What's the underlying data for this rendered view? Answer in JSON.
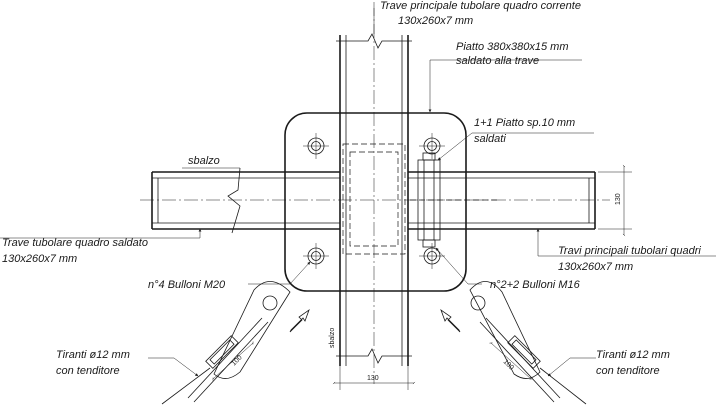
{
  "labels": {
    "main_beam_line1": "Trave principale tubolare quadro corrente",
    "main_beam_line2": "130x260x7 mm",
    "plate_line1": "Piatto 380x380x15 mm",
    "plate_line2": "saldato alla trave",
    "flats_line1": "1+1 Piatto sp.10 mm",
    "flats_line2": "saldati",
    "cantilever": "sbalzo",
    "cantilever_vertical": "sbalzo",
    "side_beam_line1": "Trave  tubolare quadro saldato",
    "side_beam_line2": "130x260x7 mm",
    "main_beams_line1": "Travi principali tubolari quadri",
    "main_beams_line2": "130x260x7 mm",
    "bolts_m20": "n°4  Bulloni M20",
    "bolts_m16": "n°2+2  Bulloni M16",
    "tie_left_line1": "Tiranti ø12 mm",
    "tie_left_line2": "con tenditore",
    "tie_right_line1": "Tiranti ø12 mm",
    "tie_right_line2": "con tenditore"
  },
  "dimensions": {
    "beam_height": "130",
    "beam_width_bottom": "130",
    "tie_left_length": "100",
    "tie_right_length": "100"
  }
}
